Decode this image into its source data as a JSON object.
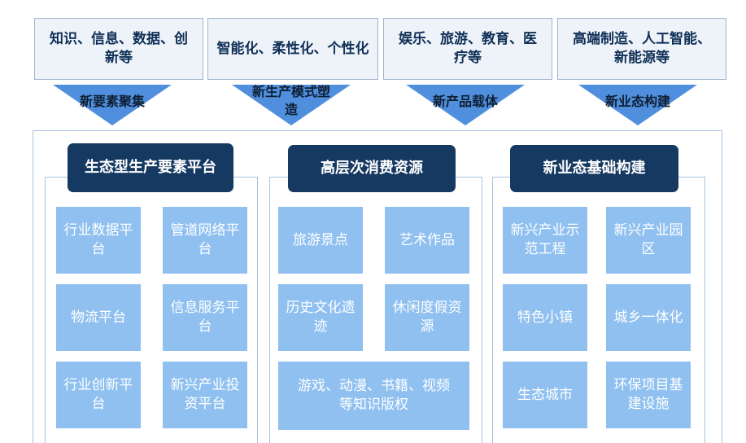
{
  "top_row": [
    {
      "text": "知识、信息、数据、创新等",
      "arrow_label": "新要素聚集"
    },
    {
      "text": "智能化、柔性化、个性化",
      "arrow_label": "新生产模式塑造"
    },
    {
      "text": "娱乐、旅游、教育、医疗等",
      "arrow_label": "新产品载体"
    },
    {
      "text": "高端制造、人工智能、新能源等",
      "arrow_label": "新业态构建"
    }
  ],
  "columns": [
    {
      "title": "生态型生产要素平台",
      "cells": [
        "行业数据平台",
        "管道网络平台",
        "物流平台",
        "信息服务平台",
        "行业创新平台",
        "新兴产业投资平台"
      ]
    },
    {
      "title": "高层次消费资源",
      "cells": [
        "旅游景点",
        "艺术作品",
        "历史文化遗迹",
        "休闲度假资源",
        "游戏、动漫、书籍、视频等知识版权"
      ]
    },
    {
      "title": "新业态基础构建",
      "cells": [
        "新兴产业示范工程",
        "新兴产业园区",
        "特色小镇",
        "城乡一体化",
        "生态城市",
        "环保项目基建设施"
      ]
    }
  ],
  "colors": {
    "top_box_bg": "#eef3fa",
    "arrow": "#4f8fdd",
    "header_bg": "#163961",
    "cell_bg": "#8fc0f0",
    "border": "#a7c3e0"
  }
}
